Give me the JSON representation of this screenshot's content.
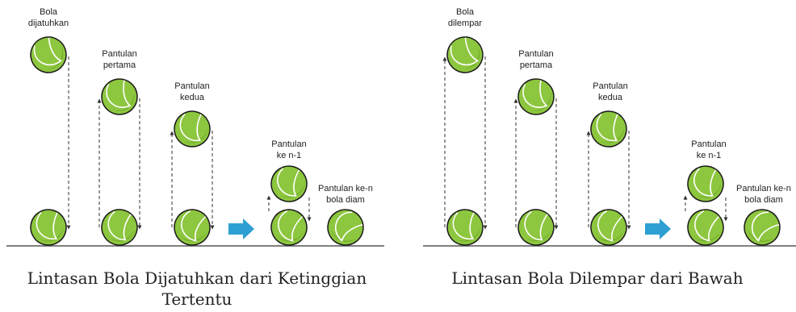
{
  "left_panel": {
    "labels": {
      "start": [
        "Bola",
        "dijatuhkan"
      ],
      "first": [
        "Pantulan",
        "pertama"
      ],
      "second": [
        "Pantulan",
        "kedua"
      ],
      "nth": [
        "Pantulan",
        "ke n-1"
      ],
      "rest": [
        "Pantulan ke-n",
        "bola diam"
      ]
    },
    "caption": [
      "Lintasan Bola Dijatuhkan dari Ketinggian",
      "Tertentu"
    ]
  },
  "right_panel": {
    "labels": {
      "start": [
        "Bola",
        "dilempar"
      ],
      "first": [
        "Pantulan",
        "pertama"
      ],
      "second": [
        "Pantulan",
        "kedua"
      ],
      "nth": [
        "Pantulan",
        "ke n-1"
      ],
      "rest": [
        "Pantulan ke-n",
        "bola diam"
      ]
    },
    "caption": [
      "Lintasan Bola Dilempar dari Bawah"
    ]
  },
  "colors": {
    "ball": "#8dc63f",
    "ball_shadow": "#5f9a1e",
    "ball_outline": "#1a1a1a",
    "arrow": "#2e9fd3",
    "ground": "#555555"
  },
  "icons": [
    "tennis-ball-icon",
    "right-arrow-icon"
  ]
}
